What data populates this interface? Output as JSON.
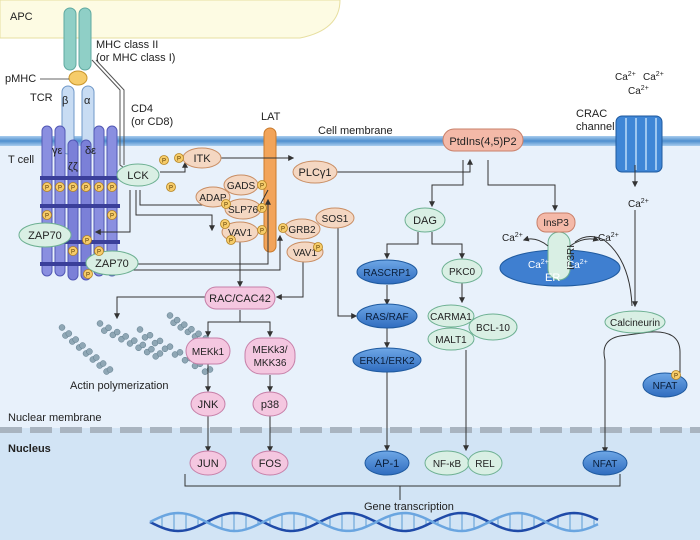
{
  "regions": {
    "apc": "APC",
    "t_cell": "T cell",
    "cell_membrane": "Cell membrane",
    "nuclear_membrane": "Nuclear membrane",
    "nucleus": "Nucleus"
  },
  "receptors": {
    "mhc": "MHC class II",
    "mhc_alt": "(or MHC class I)",
    "pmhc": "pMHC",
    "tcr": "TCR",
    "beta": "β",
    "alpha": "α",
    "cd4": "CD4",
    "cd8": "(or CD8)",
    "gamma_eps": "γε",
    "delta_eps": "δε",
    "zeta_zeta": "ζζ",
    "lat": "LAT",
    "crac_1": "CRAC",
    "crac_2": "channel"
  },
  "calcium": {
    "ca_top_left": "Ca",
    "ca_top_right": "Ca",
    "ca_top_mid": "Ca",
    "ca_below_channel": "Ca",
    "ca_er_left_out": "Ca",
    "ca_er_left_in": "Ca",
    "ca_er_right_in": "Ca",
    "ca_er_right_out": "Ca",
    "charge": "2+",
    "er": "ER",
    "ip3r": "IP3RI"
  },
  "phospho": "P",
  "nodes": {
    "lck": "LCK",
    "itk": "ITK",
    "plcg1": "PLCγ1",
    "pip2": "PtdIns(4,5)P2",
    "zap70_left": "ZAP70",
    "zap70_right": "ZAP70",
    "gads": "GADS",
    "adap": "ADAP",
    "slp76": "SLP76",
    "vav1_a": "VAV1",
    "grb2": "GRB2",
    "sos1": "SOS1",
    "vav1_b": "VAV1",
    "rac": "RAC/CAC42",
    "mekk1": "MEKk1",
    "mekk3_1": "MEKk3/",
    "mekk3_2": "MKK36",
    "jnk": "JNK",
    "p38": "p38",
    "jun": "JUN",
    "fos": "FOS",
    "dag": "DAG",
    "rascrp1": "RASCRP1",
    "rasraf": "RAS/RAF",
    "erk": "ERK1/ERK2",
    "ap1": "AP-1",
    "pkc": "PKC0",
    "carma1": "CARMA1",
    "bcl10": "BCL-10",
    "malt1": "MALT1",
    "nfkb": "NF-κB",
    "rel": "REL",
    "insp3": "InsP3",
    "calcineurin": "Calcineurin",
    "nfat_cyto": "NFAT",
    "nfat_nuc": "NFAT"
  },
  "labels": {
    "actin": "Actin polymerization",
    "gene": "Gene transcription"
  },
  "colors": {
    "membrane": "#5b9bd5",
    "cytoplasm": "#e8f1fb",
    "nucleus": "#d2e4f5",
    "apc": "#fdfbe3",
    "orange_node": "#f4d7c2",
    "pink_node": "#f4c7e0",
    "green_node": "#d9efe4",
    "blue_node": "#3f7fd0",
    "phospho": "#f6cc6a"
  }
}
